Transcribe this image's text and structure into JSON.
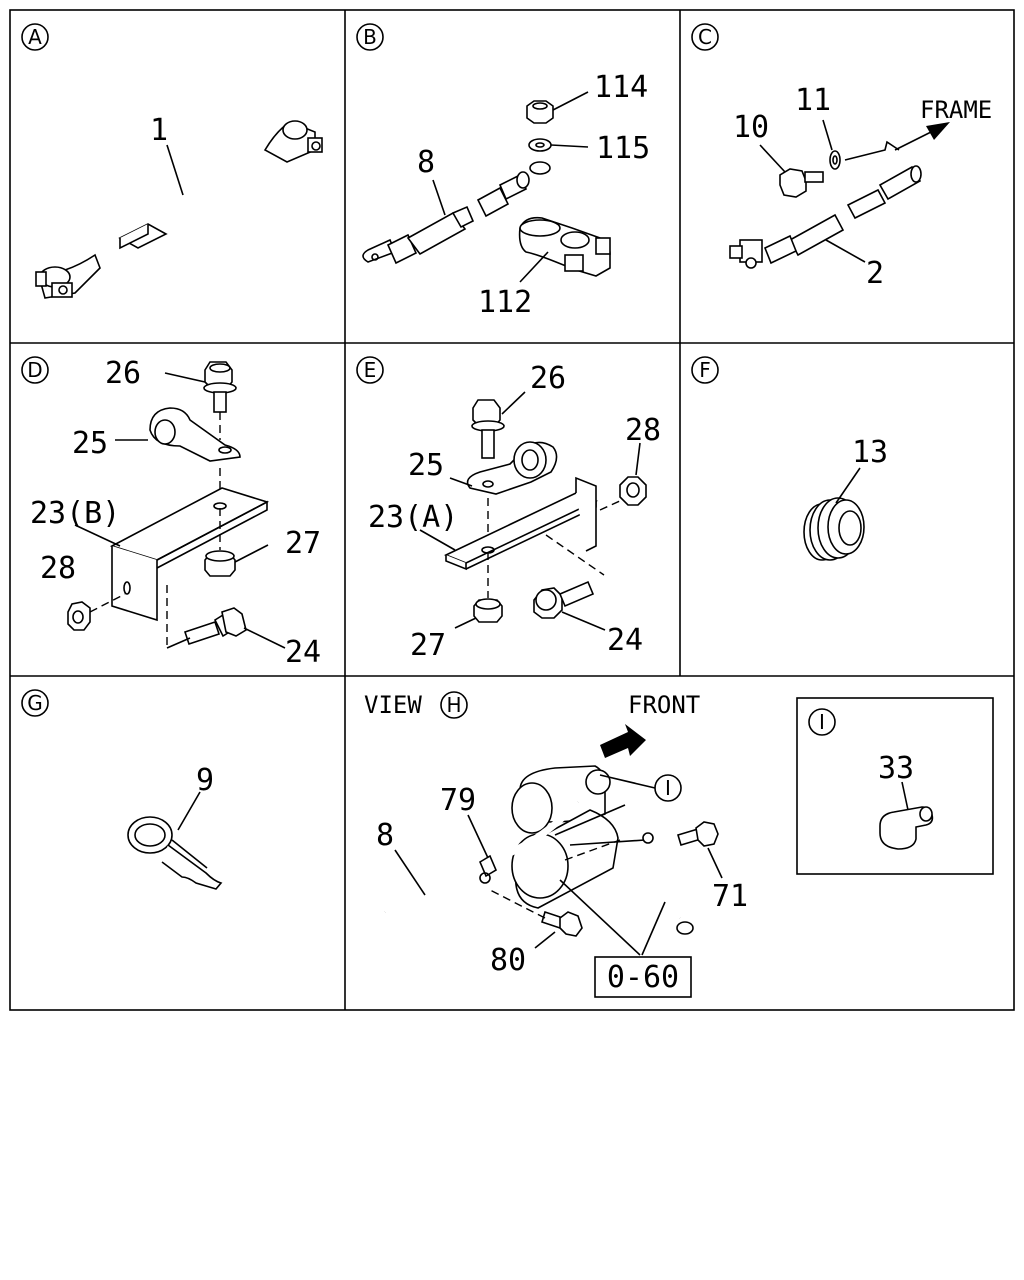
{
  "panels": {
    "A": {
      "marker": "A",
      "callouts": [
        "1"
      ]
    },
    "B": {
      "marker": "B",
      "callouts": [
        "114",
        "115",
        "8",
        "112"
      ]
    },
    "C": {
      "marker": "C",
      "callouts": [
        "11",
        "10",
        "FRAME",
        "2"
      ]
    },
    "D": {
      "marker": "D",
      "callouts": [
        "26",
        "25",
        "23(B)",
        "27",
        "28",
        "24"
      ]
    },
    "E": {
      "marker": "E",
      "callouts": [
        "26",
        "28",
        "25",
        "23(A)",
        "27",
        "24"
      ]
    },
    "F": {
      "marker": "F",
      "callouts": [
        "13"
      ]
    },
    "G": {
      "marker": "G",
      "callouts": [
        "9"
      ]
    },
    "H": {
      "view_prefix": "VIEW",
      "marker": "H",
      "front": "FRONT",
      "ref_marker": "I",
      "callouts": [
        "79",
        "8",
        "71",
        "80"
      ],
      "ref_box": "0-60"
    },
    "I": {
      "marker": "I",
      "callouts": [
        "33"
      ]
    }
  },
  "colors": {
    "line": "#000000",
    "background": "#ffffff"
  }
}
